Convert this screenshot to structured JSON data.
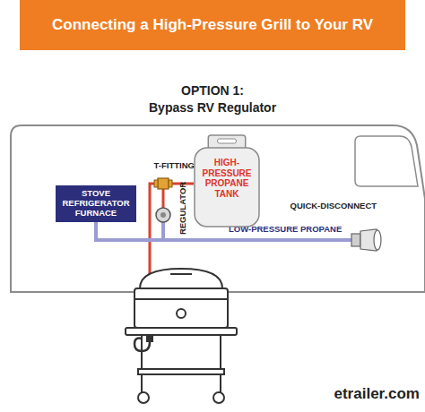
{
  "diagram": {
    "title": "Connecting a High-Pressure Grill to Your RV",
    "nodes": [
      {
        "text": [
          "STOVE REFRIGERATOR FURNACE"
        ]
      },
      {
        "text": [
          "HIGH-PRESSURE PROPANE TANK"
        ]
      }
    ],
    "edges": [
      {
        "from": 1,
        "to": 0,
        "arrow": "none"
      }
    ],
    "labels": [
      "OPTION 1:",
      "Bypass RV Regulator",
      "T-FITTING",
      "REGULATOR",
      "QUICK-DISCONNECT",
      "LOW-PRESSURE PROPANE",
      "etrailer.com"
    ]
  }
}
